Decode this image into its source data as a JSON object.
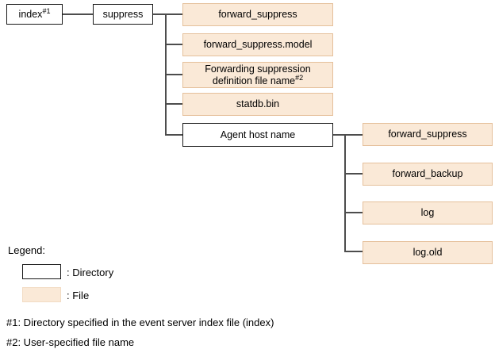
{
  "tree": {
    "index": {
      "label": "index",
      "sup": "#1",
      "type": "directory"
    },
    "suppress": {
      "label": "suppress",
      "type": "directory"
    },
    "forward_suppress": {
      "label": "forward_suppress",
      "type": "file"
    },
    "forward_suppress_model": {
      "label": "forward_suppress.model",
      "type": "file"
    },
    "forwarding_suppression_definition": {
      "line1": "Forwarding suppression",
      "line2": "definition file name",
      "sup": "#2",
      "type": "file"
    },
    "statdb_bin": {
      "label": "statdb.bin",
      "type": "file"
    },
    "agent_host_name": {
      "label": "Agent host name",
      "type": "directory"
    },
    "agent_forward_suppress": {
      "label": "forward_suppress",
      "type": "file"
    },
    "agent_forward_backup": {
      "label": "forward_backup",
      "type": "file"
    },
    "agent_log": {
      "label": "log",
      "type": "file"
    },
    "agent_log_old": {
      "label": "log.old",
      "type": "file"
    }
  },
  "legend": {
    "title": "Legend:",
    "directory_label": ": Directory",
    "file_label": ": File"
  },
  "notes": {
    "note1": "#1: Directory specified in the event server index file (index)",
    "note2": "#2: User-specified file name"
  },
  "colors": {
    "file_fill": "#FAE9D7",
    "file_border": "#E5C09B",
    "directory_fill": "#FFFFFF",
    "directory_border": "#1A1A1A",
    "connector": "#4D4D4D",
    "text": "#000000"
  }
}
